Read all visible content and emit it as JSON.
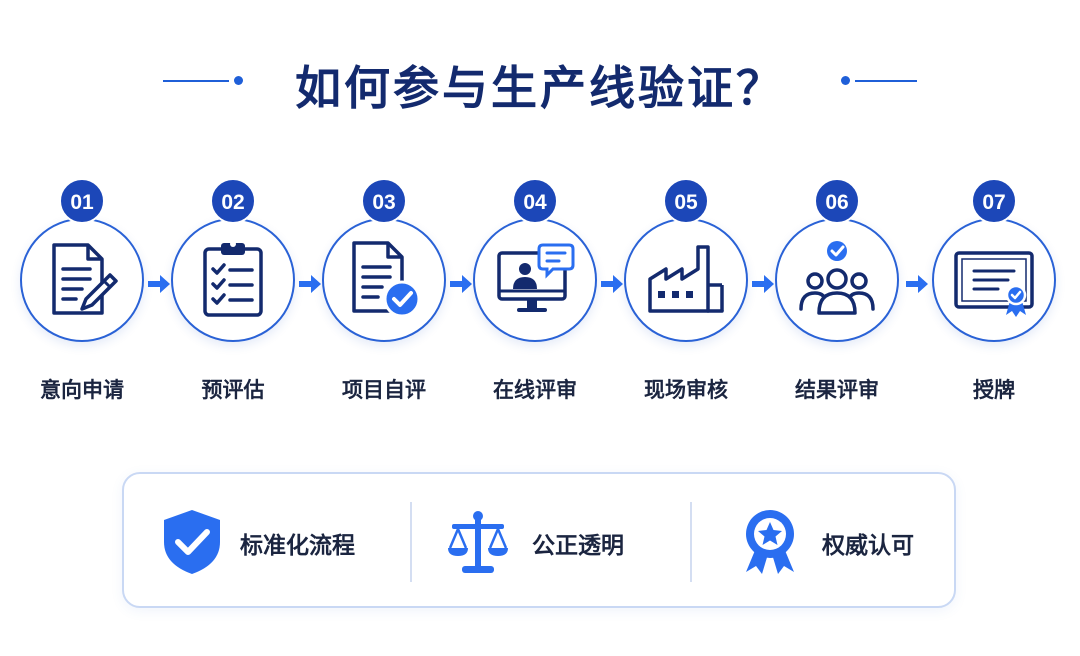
{
  "title": "如何参与生产线验证？",
  "colors": {
    "primary": "#1c47b8",
    "accent": "#2a6ef0",
    "line": "#1f5fd8"
  },
  "steps": [
    {
      "number": "01",
      "label": "意向申请",
      "icon": "document-pen-icon"
    },
    {
      "number": "02",
      "label": "预评估",
      "icon": "clipboard-checklist-icon"
    },
    {
      "number": "03",
      "label": "项目自评",
      "icon": "document-check-icon"
    },
    {
      "number": "04",
      "label": "在线评审",
      "icon": "video-meeting-monitor-icon"
    },
    {
      "number": "05",
      "label": "现场审核",
      "icon": "factory-icon"
    },
    {
      "number": "06",
      "label": "结果评审",
      "icon": "group-approved-icon"
    },
    {
      "number": "07",
      "label": "授牌",
      "icon": "certificate-icon"
    }
  ],
  "features": [
    {
      "label": "标准化流程",
      "icon": "shield-check-icon"
    },
    {
      "label": "公正透明",
      "icon": "scale-icon"
    },
    {
      "label": "权威认可",
      "icon": "award-medal-icon"
    }
  ]
}
